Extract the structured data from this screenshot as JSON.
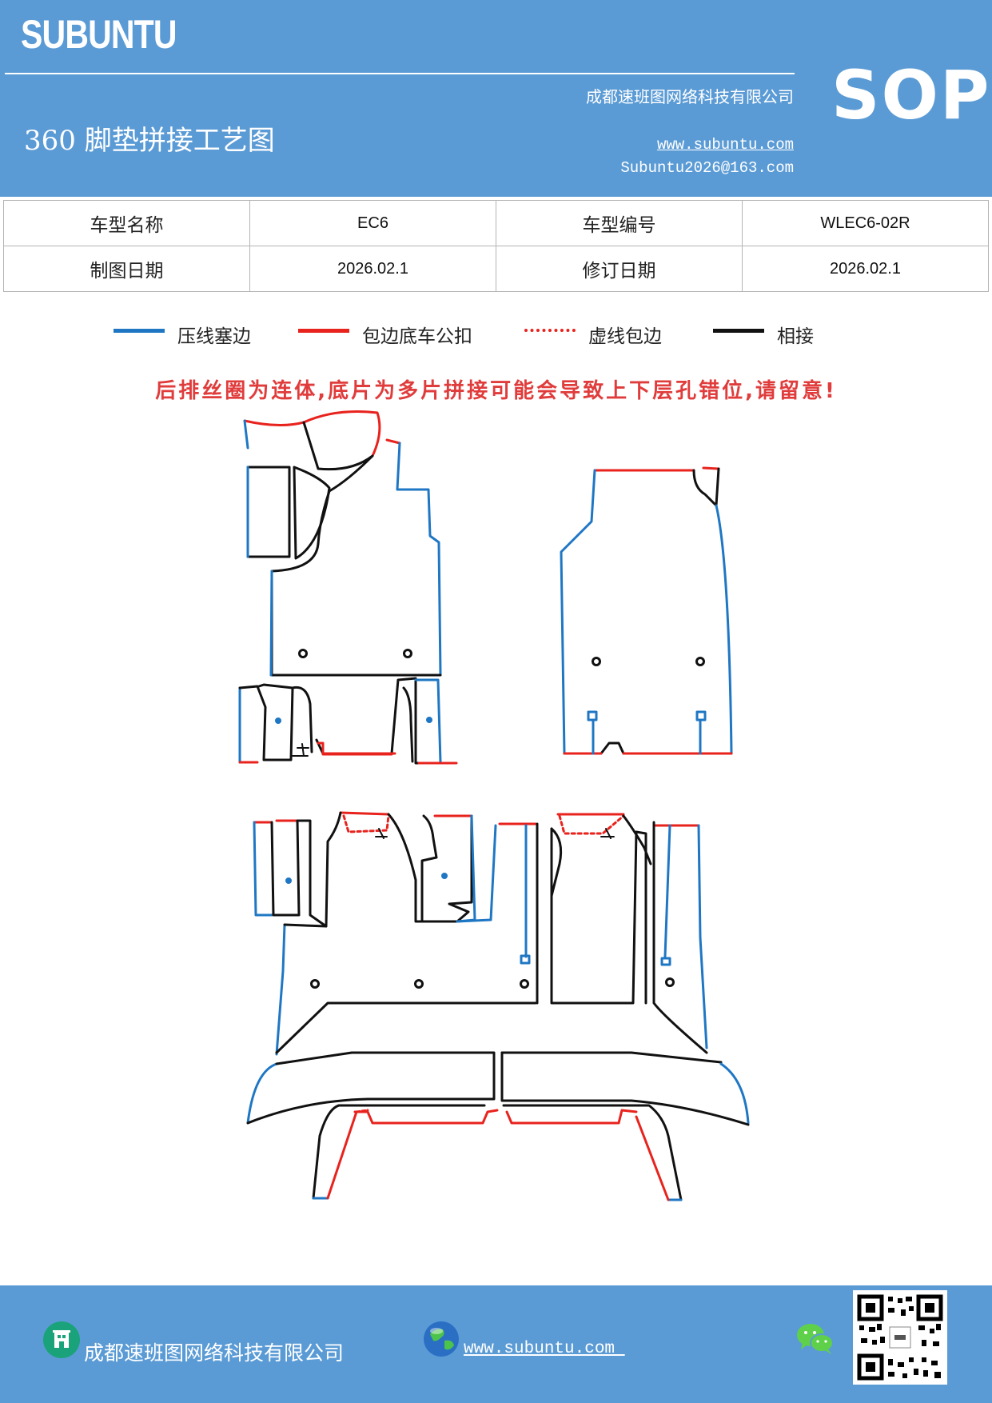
{
  "header": {
    "logo": "SUBUNTU",
    "company": "成都速班图网络科技有限公司",
    "title": "360 脚垫拼接工艺图",
    "website": "www.subuntu.com",
    "email": "Subuntu2026@163.com",
    "badge": "SOP",
    "colors": {
      "header_bg": "#5b9bd5",
      "text": "#ffffff"
    }
  },
  "info_table": {
    "rows": [
      {
        "label1": "车型名称",
        "value1": "EC6",
        "label2": "车型编号",
        "value2": "WLEC6-02R"
      },
      {
        "label1": "制图日期",
        "value1": "2026.02.1",
        "label2": "修订日期",
        "value2": "2026.02.1"
      }
    ]
  },
  "legend": [
    {
      "label": "压线塞边",
      "style": "solid",
      "color": "#1f77c4"
    },
    {
      "label": "包边底车公扣",
      "style": "solid",
      "color": "#e8231e"
    },
    {
      "label": "虚线包边",
      "style": "dotted",
      "color": "#e8231e"
    },
    {
      "label": "相接",
      "style": "solid",
      "color": "#111111"
    }
  ],
  "warning": "后排丝圈为连体,底片为多片拼接可能会导致上下层孔错位,请留意!",
  "footer": {
    "company": "成都速班图网络科技有限公司",
    "website": "www.subuntu.com ",
    "icons": [
      "building-icon",
      "globe-icon",
      "wechat-icon",
      "qr-code"
    ]
  }
}
